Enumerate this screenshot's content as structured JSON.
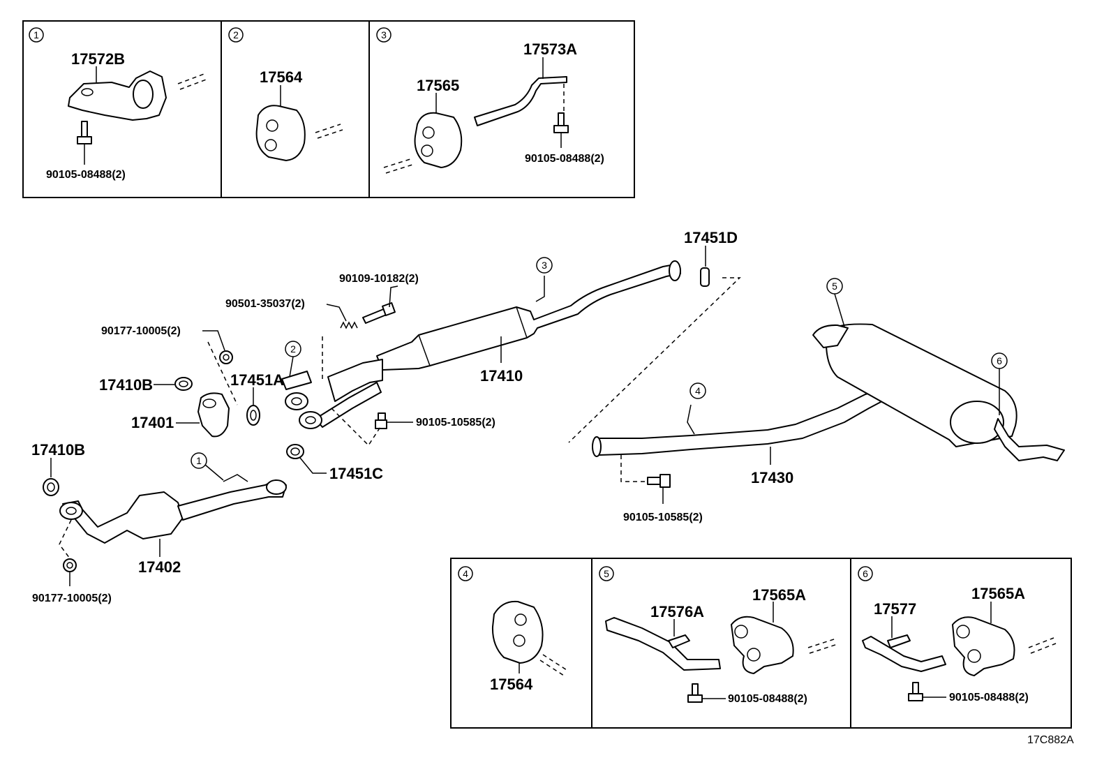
{
  "callouts": {
    "c1": "1",
    "c2": "2",
    "c3": "3",
    "c4": "4",
    "c5": "5",
    "c6": "6"
  },
  "labels": {
    "p17572B": "17572B",
    "b90105_08488_box1": "90105-08488(2)",
    "p17564_box2": "17564",
    "p17565": "17565",
    "p17573A": "17573A",
    "b90105_08488_box3": "90105-08488(2)",
    "p17451D": "17451D",
    "b90109_10182": "90109-10182(2)",
    "b90501_35037": "90501-35037(2)",
    "n90177_10005_top": "90177-10005(2)",
    "p17410B_mid": "17410B",
    "p17451A": "17451A",
    "p17401": "17401",
    "p17410": "17410",
    "b90105_10585_mid": "90105-10585(2)",
    "p17410B_left": "17410B",
    "p17451C": "17451C",
    "p17402": "17402",
    "n90177_10005_bottom": "90177-10005(2)",
    "p17430": "17430",
    "b90105_10585_right": "90105-10585(2)",
    "p17564_box4": "17564",
    "p17576A": "17576A",
    "p17565A_box5": "17565A",
    "b90105_08488_box5": "90105-08488(2)",
    "p17577": "17577",
    "p17565A_box6": "17565A",
    "b90105_08488_box6": "90105-08488(2)",
    "figure_code": "17C882A"
  }
}
